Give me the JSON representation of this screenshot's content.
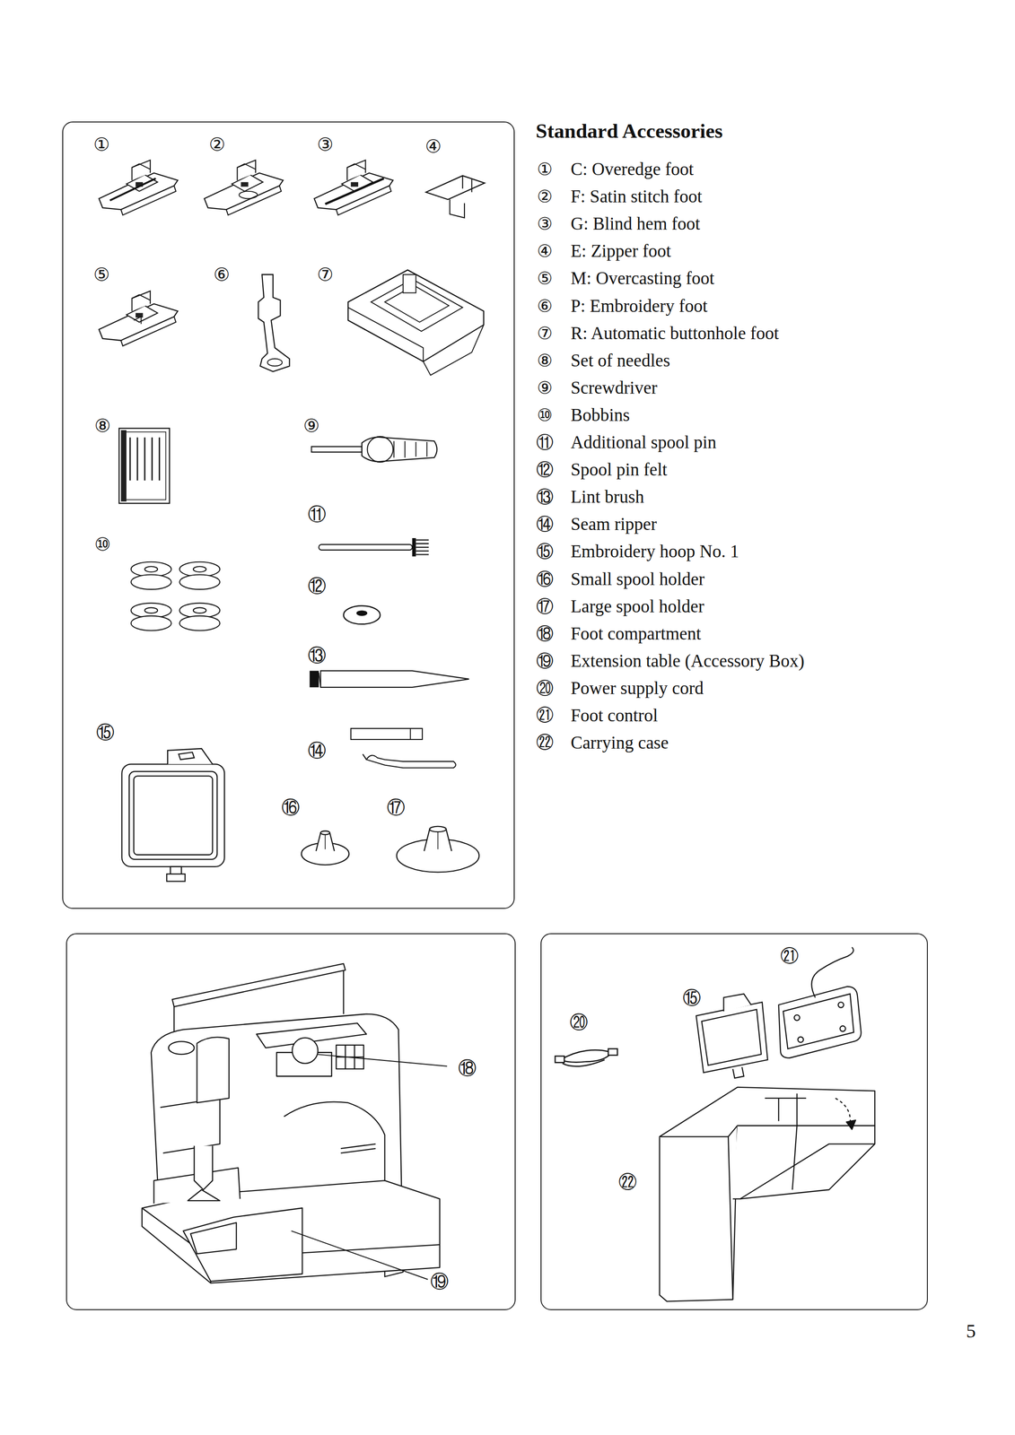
{
  "diagram": {
    "nodes": [
      {
        "text": [
          "①",
          "②",
          "③",
          "④",
          "⑤",
          "⑥",
          "⑦",
          "⑧",
          "⑨",
          "⑩",
          "⑪",
          "⑫",
          "⑬",
          "⑭",
          "⑮",
          "⑯",
          "⑰"
        ]
      },
      {
        "text": [
          "⑱",
          "⑲"
        ]
      },
      {
        "text": [
          "⑳",
          "⑮",
          "㉑",
          "㉒"
        ]
      }
    ],
    "labels": [
      "Standard Accessories",
      "①",
      "C: Overedge foot",
      "②",
      "F: Satin stitch foot",
      "③",
      "G: Blind hem foot",
      "④",
      "E: Zipper foot",
      "⑤",
      "M: Overcasting foot",
      "⑥",
      "P: Embroidery foot",
      "⑦",
      "R: Automatic buttonhole foot",
      "⑧",
      "Set of needles",
      "⑨",
      "Screwdriver",
      "⑩",
      "Bobbins",
      "⑪",
      "Additional spool pin",
      "⑫",
      "Spool pin felt",
      "⑬",
      "Lint brush",
      "⑭",
      "Seam ripper",
      "⑮",
      "Embroidery hoop No. 1",
      "⑯",
      "Small spool holder",
      "⑰",
      "Large spool holder",
      "⑱",
      "Foot compartment",
      "⑲",
      "Extension table (Accessory Box)",
      "⑳",
      "Power supply cord",
      "㉑",
      "Foot control",
      "㉒",
      "Carrying case",
      "5"
    ]
  }
}
